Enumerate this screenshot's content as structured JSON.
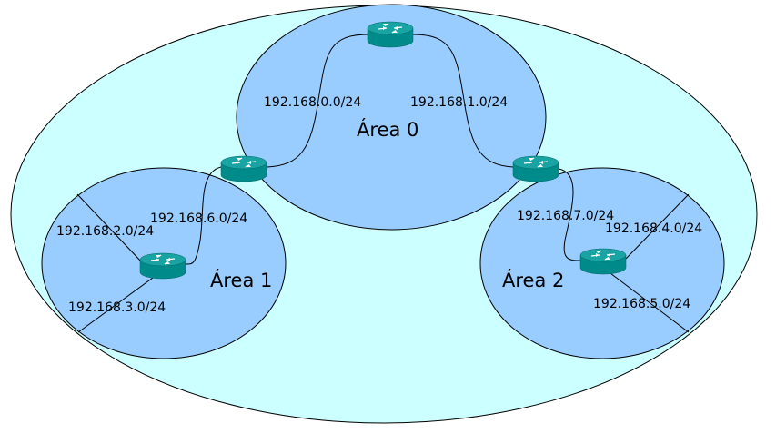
{
  "colors": {
    "domain_fill": "#ccffff",
    "area_fill": "#99ccff",
    "outline": "#000000",
    "router_body": "#008b8b",
    "router_top": "#1aa3a3",
    "router_arrows": "#ffffff"
  },
  "areas": {
    "area0": "Área 0",
    "area1": "Área 1",
    "area2": "Área 2"
  },
  "networks": {
    "n0": "192.168.0.0/24",
    "n1": "192.168.1.0/24",
    "n2": "192.168.2.0/24",
    "n3": "192.168.3.0/24",
    "n4": "192.168.4.0/24",
    "n5": "192.168.5.0/24",
    "n6": "192.168.6.0/24",
    "n7": "192.168.7.0/24"
  },
  "routers": [
    {
      "name": "router-area0-backbone",
      "icon": "router-icon"
    },
    {
      "name": "router-abr-area1",
      "icon": "router-icon"
    },
    {
      "name": "router-abr-area2",
      "icon": "router-icon"
    },
    {
      "name": "router-area1-internal",
      "icon": "router-icon"
    },
    {
      "name": "router-area2-internal",
      "icon": "router-icon"
    }
  ]
}
